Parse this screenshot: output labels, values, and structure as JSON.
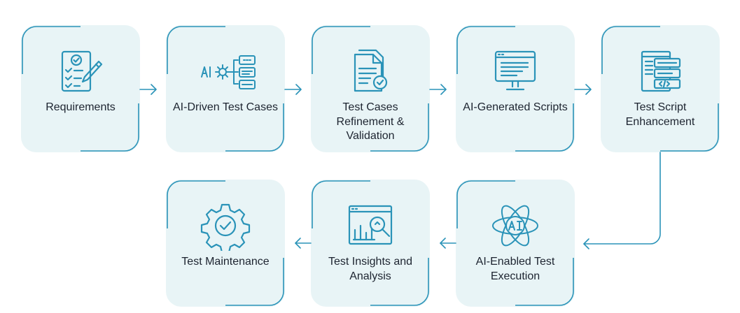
{
  "colors": {
    "accent": "#2a93b8",
    "card_background": "#e8f4f6",
    "text": "#1d2430"
  },
  "steps": [
    {
      "label": "Requirements",
      "icon": "requirements-checklist-icon"
    },
    {
      "label": "AI-Driven Test Cases",
      "icon": "ai-gear-flow-icon"
    },
    {
      "label": "Test Cases Refinement & Validation",
      "icon": "documents-check-icon"
    },
    {
      "label": "AI-Generated Scripts",
      "icon": "monitor-script-icon"
    },
    {
      "label": "Test Script Enhancement",
      "icon": "code-windows-icon"
    },
    {
      "label": "AI-Enabled Test Execution",
      "icon": "ai-atom-icon"
    },
    {
      "label": "Test Insights and Analysis",
      "icon": "analytics-magnifier-icon"
    },
    {
      "label": "Test Maintenance",
      "icon": "gear-check-icon"
    }
  ]
}
